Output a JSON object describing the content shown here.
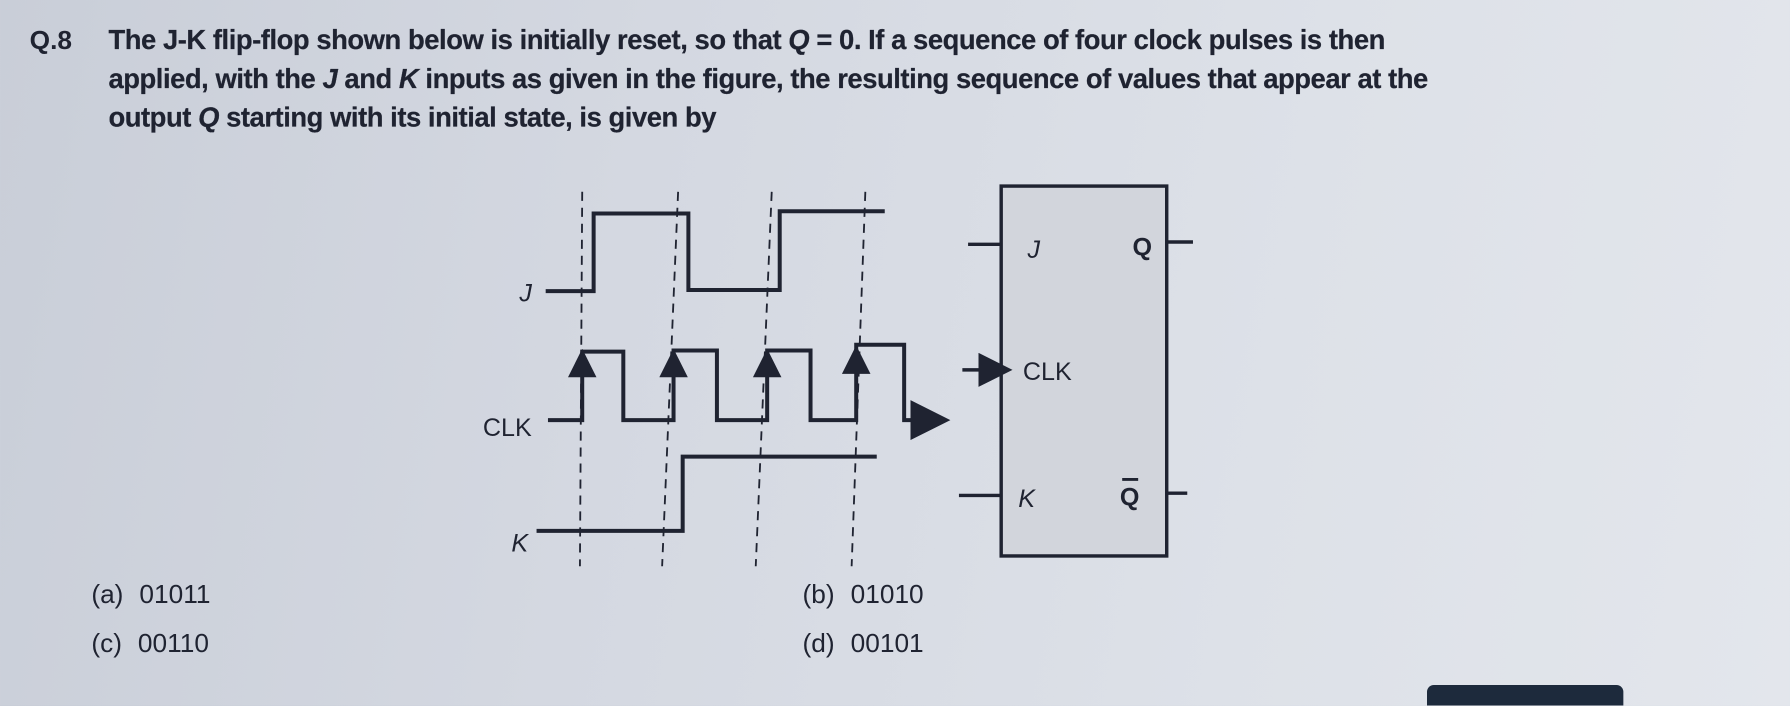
{
  "question": {
    "number": "Q.8",
    "lines": [
      [
        "The J-K flip-flop shown below is initially reset, so that ",
        "Q",
        " = 0. If a sequence of four clock pulses is then"
      ],
      [
        "applied, with the ",
        "J",
        " and ",
        "K",
        " inputs as given in the figure, the resulting sequence of values that appear at the"
      ],
      [
        "output ",
        "Q",
        " starting with its initial state, is given by"
      ]
    ]
  },
  "diagram": {
    "signal_labels": {
      "j": "J",
      "clk": "CLK",
      "k": "K"
    },
    "flipflop": {
      "j": "J",
      "clk": "CLK",
      "k": "K",
      "q": "Q",
      "qbar": "Q"
    }
  },
  "options": [
    {
      "key": "(a)",
      "value": "01011"
    },
    {
      "key": "(b)",
      "value": "01010"
    },
    {
      "key": "(c)",
      "value": "00110"
    },
    {
      "key": "(d)",
      "value": "00101"
    }
  ]
}
